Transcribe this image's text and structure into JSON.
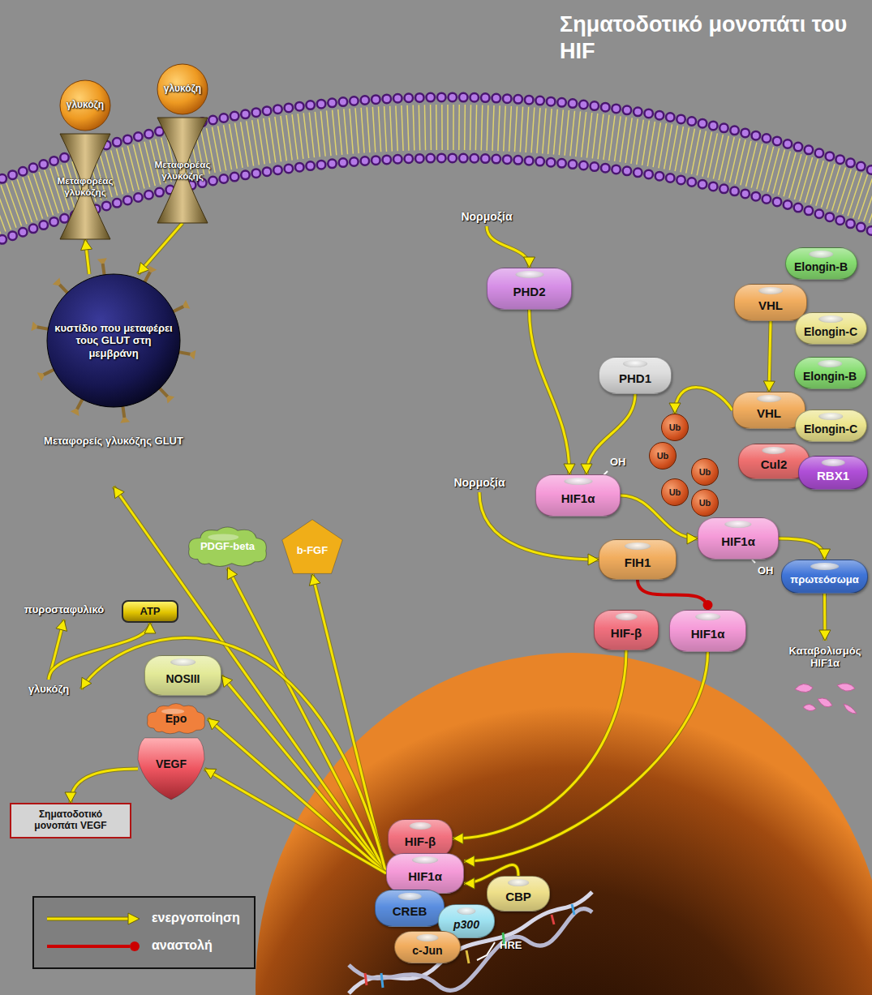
{
  "diagram": {
    "title": "Σηματοδοτικό μονοπάτι του HIF",
    "nodes": [
      {
        "text": [
          "γλυκόζη"
        ]
      },
      {
        "text": [
          "γλυκόζη"
        ]
      },
      {
        "text": [
          "Μεταφορέας γλυκόζης"
        ]
      },
      {
        "text": [
          "Μεταφορέας γλυκόζης"
        ]
      },
      {
        "text": [
          "κυστίδιο που μεταφέρει τους GLUT στη μεμβράνη",
          "Μεταφορείς γλυκόζης GLUT"
        ]
      },
      {
        "text": [
          "Νορμοξία"
        ]
      },
      {
        "text": [
          "PHD2"
        ]
      },
      {
        "text": [
          "VHL"
        ]
      },
      {
        "text": [
          "Elongin-B"
        ]
      },
      {
        "text": [
          "Elongin-C"
        ]
      },
      {
        "text": [
          "PHD1"
        ]
      },
      {
        "text": [
          "Elongin-B"
        ]
      },
      {
        "text": [
          "VHL"
        ]
      },
      {
        "text": [
          "Elongin-C"
        ]
      },
      {
        "text": [
          "Ub"
        ]
      },
      {
        "text": [
          "Cul2"
        ]
      },
      {
        "text": [
          "RBX1"
        ]
      },
      {
        "text": [
          "Ub"
        ]
      },
      {
        "text": [
          "HIF1α"
        ]
      },
      {
        "text": [
          "Ub"
        ]
      },
      {
        "text": [
          "Νορμοξία"
        ]
      },
      {
        "text": [
          "Ub"
        ]
      },
      {
        "text": [
          "Ub"
        ]
      },
      {
        "text": [
          "HIF1α"
        ]
      },
      {
        "text": [
          "PDGF-beta"
        ]
      },
      {
        "text": [
          "b-FGF"
        ]
      },
      {
        "text": [
          "FIH1"
        ]
      },
      {
        "text": [
          "πρωτεόσωμα"
        ]
      },
      {
        "text": [
          "HIF-β"
        ]
      },
      {
        "text": [
          "HIF1α"
        ]
      },
      {
        "text": [
          "ATP"
        ]
      },
      {
        "text": [
          "πυροσταφυλικό"
        ]
      },
      {
        "text": [
          "Καταβολισμός HIF1α"
        ]
      },
      {
        "text": [
          "NOSIII"
        ]
      },
      {
        "text": [
          "γλυκόζη"
        ]
      },
      {
        "text": [
          "Epo"
        ]
      },
      {
        "text": [
          "VEGF"
        ]
      },
      {
        "text": [
          "Σηματοδοτικό μονοπάτι VEGF"
        ]
      },
      {
        "text": [
          "HIF-β"
        ]
      },
      {
        "text": [
          "HIF1α"
        ]
      },
      {
        "text": [
          "CBP"
        ]
      },
      {
        "text": [
          "CREB"
        ]
      },
      {
        "text": [
          "p300"
        ]
      },
      {
        "text": [
          "c-Jun"
        ]
      }
    ],
    "edges": [
      {
        "from": 5,
        "to": 6,
        "arrow": "to"
      },
      {
        "from": 6,
        "to": 18,
        "arrow": "to"
      },
      {
        "from": 10,
        "to": 18,
        "arrow": "to"
      },
      {
        "from": 18,
        "to": 23,
        "arrow": "to"
      },
      {
        "from": 7,
        "to": 12,
        "arrow": "to"
      },
      {
        "from": 12,
        "to": 14,
        "arrow": "to"
      },
      {
        "from": 23,
        "to": 27,
        "arrow": "to"
      },
      {
        "from": 27,
        "to": 32,
        "arrow": "to"
      },
      {
        "from": 20,
        "to": 26,
        "arrow": "to"
      },
      {
        "from": 26,
        "to": 29,
        "arrow": "to"
      },
      {
        "from": 28,
        "to": 38,
        "arrow": "to"
      },
      {
        "from": 29,
        "to": 39,
        "arrow": "to"
      },
      {
        "from": 40,
        "to": 39,
        "arrow": "to"
      },
      {
        "from": 39,
        "to": 4,
        "arrow": "to"
      },
      {
        "from": 39,
        "to": 24,
        "arrow": "to"
      },
      {
        "from": 39,
        "to": 25,
        "arrow": "to"
      },
      {
        "from": 39,
        "to": 33,
        "arrow": "to"
      },
      {
        "from": 39,
        "to": 34,
        "arrow": "to"
      },
      {
        "from": 39,
        "to": 35,
        "arrow": "to"
      },
      {
        "from": 39,
        "to": 36,
        "arrow": "to"
      },
      {
        "from": 36,
        "to": 37,
        "arrow": "to"
      },
      {
        "from": 34,
        "to": 31,
        "arrow": "to"
      },
      {
        "from": 34,
        "to": 30,
        "arrow": "to"
      },
      {
        "from": 4,
        "to": 2,
        "arrow": "to"
      },
      {
        "from": 3,
        "to": 4,
        "arrow": "to"
      }
    ],
    "labels": [
      "OH",
      "OH",
      "HRE"
    ],
    "legend": [
      {
        "text": "ενεργοποίηση"
      },
      {
        "text": "αναστολή"
      }
    ]
  }
}
